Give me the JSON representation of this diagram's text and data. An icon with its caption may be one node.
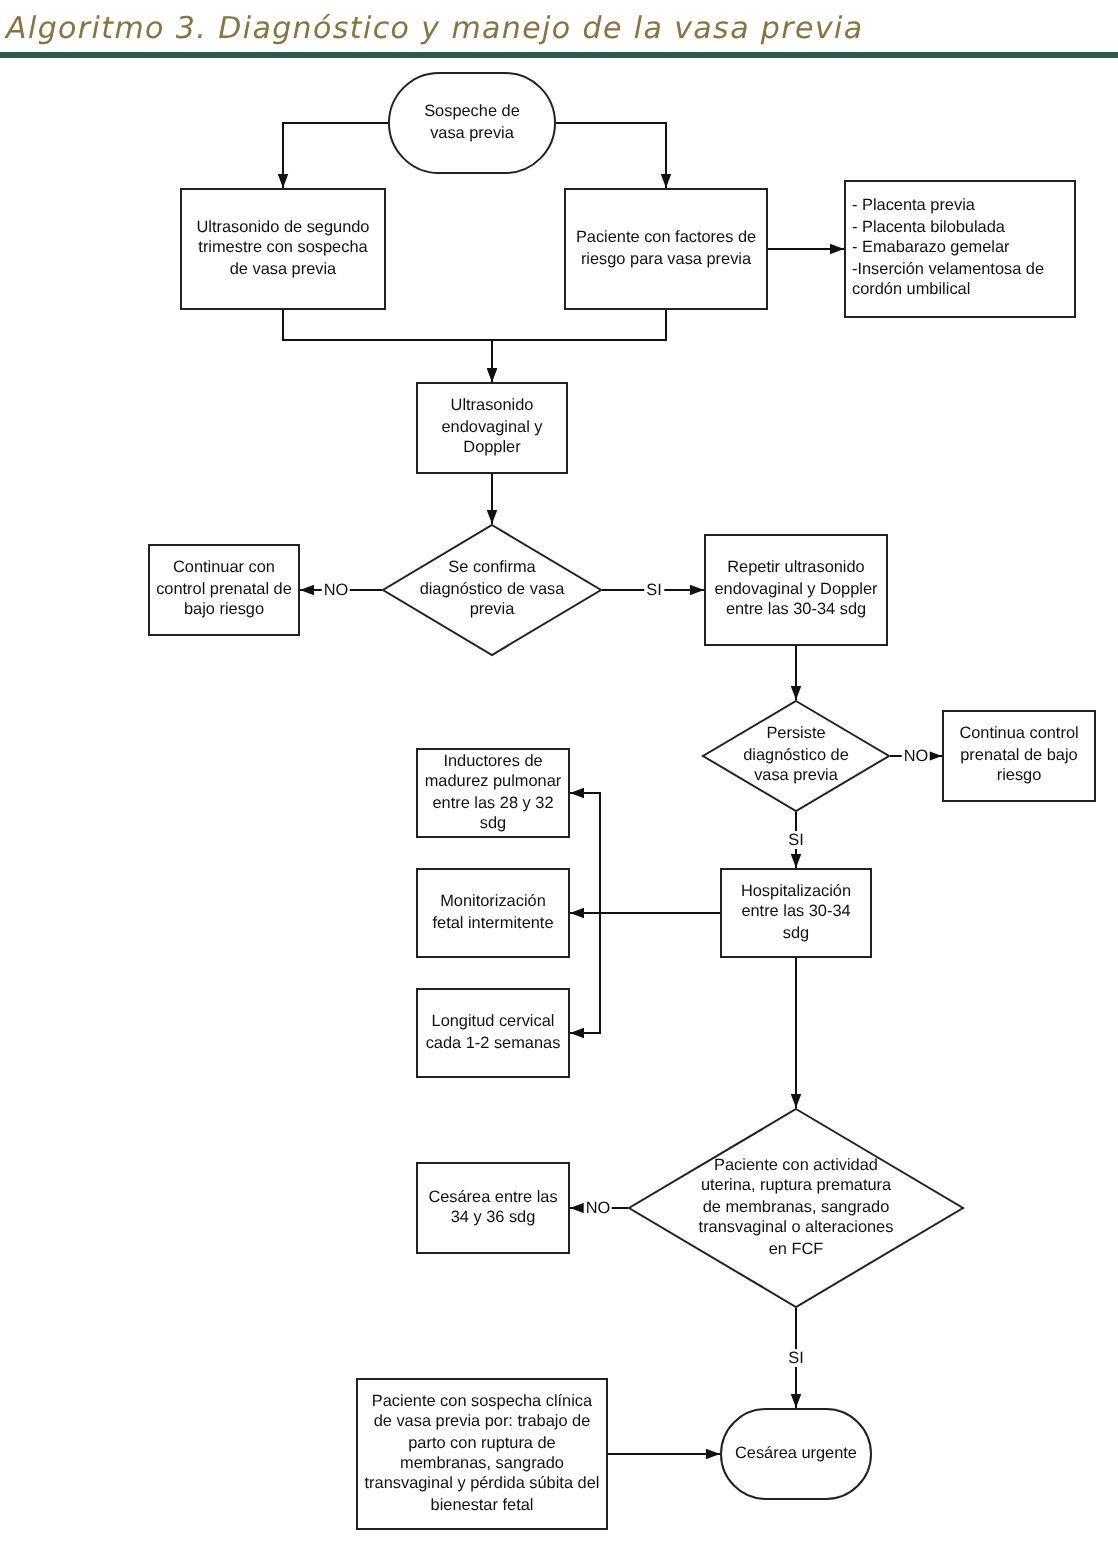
{
  "diagram": {
    "title": "Algoritmo 3. Diagnóstico y manejo de la vasa previa",
    "nodes": [
      {
        "text": [
          "Sospeche de vasa previa"
        ]
      },
      {
        "text": [
          "Ultrasonido de segundo trimestre con sospecha de vasa previa"
        ]
      },
      {
        "text": [
          "Paciente con factores de riesgo para vasa previa"
        ]
      },
      {
        "text": [
          "- Placenta previa",
          "- Placenta bilobulada",
          "- Emabarazo gemelar",
          "-Inserción velamentosa de cordón umbilical"
        ]
      },
      {
        "text": [
          "Ultrasonido endovaginal y Doppler"
        ]
      },
      {
        "text": [
          "Se confirma diagnóstico de vasa previa"
        ]
      },
      {
        "text": [
          "Continuar con control prenatal de bajo riesgo"
        ]
      },
      {
        "text": [
          "Repetir ultrasonido endovaginal y Doppler entre las 30-34 sdg"
        ]
      },
      {
        "text": [
          "Persiste diagnóstico de vasa previa"
        ]
      },
      {
        "text": [
          "Continua control prenatal de bajo riesgo"
        ]
      },
      {
        "text": [
          "Hospitalización entre las 30-34 sdg"
        ]
      },
      {
        "text": [
          "Inductores de madurez pulmonar entre las 28 y 32 sdg"
        ]
      },
      {
        "text": [
          "Monitorización fetal intermitente"
        ]
      },
      {
        "text": [
          "Longitud cervical cada 1-2 semanas"
        ]
      },
      {
        "text": [
          "Paciente con actividad uterina, ruptura prematura de membranas, sangrado transvaginal o alteraciones en FCF"
        ]
      },
      {
        "text": [
          "Cesárea entre las 34 y 36 sdg"
        ]
      },
      {
        "text": [
          "Paciente con sospecha clínica de vasa previa por: trabajo de parto con ruptura de membranas, sangrado transvaginal y pérdida súbita del bienestar fetal"
        ]
      },
      {
        "text": [
          "Cesárea urgente"
        ]
      }
    ],
    "edges": [
      {
        "from": 0,
        "to": 1,
        "arrow": "to"
      },
      {
        "from": 0,
        "to": 2,
        "arrow": "to"
      },
      {
        "from": 2,
        "to": 3,
        "arrow": "to"
      },
      {
        "from": 1,
        "to": 4,
        "arrow": "to"
      },
      {
        "from": 2,
        "to": 4,
        "arrow": "to"
      },
      {
        "from": 4,
        "to": 5,
        "arrow": "to"
      },
      {
        "from": 5,
        "to": 6,
        "arrow": "to",
        "label": "NO"
      },
      {
        "from": 5,
        "to": 7,
        "arrow": "to",
        "label": "SI"
      },
      {
        "from": 7,
        "to": 8,
        "arrow": "to"
      },
      {
        "from": 8,
        "to": 9,
        "arrow": "to",
        "label": "NO"
      },
      {
        "from": 8,
        "to": 10,
        "arrow": "to",
        "label": "SI"
      },
      {
        "from": 10,
        "to": 11,
        "arrow": "to"
      },
      {
        "from": 10,
        "to": 12,
        "arrow": "to"
      },
      {
        "from": 10,
        "to": 13,
        "arrow": "to"
      },
      {
        "from": 10,
        "to": 14,
        "arrow": "to"
      },
      {
        "from": 14,
        "to": 15,
        "arrow": "to",
        "label": "NO"
      },
      {
        "from": 14,
        "to": 17,
        "arrow": "to",
        "label": "SI"
      },
      {
        "from": 16,
        "to": 17,
        "arrow": "to"
      }
    ]
  }
}
